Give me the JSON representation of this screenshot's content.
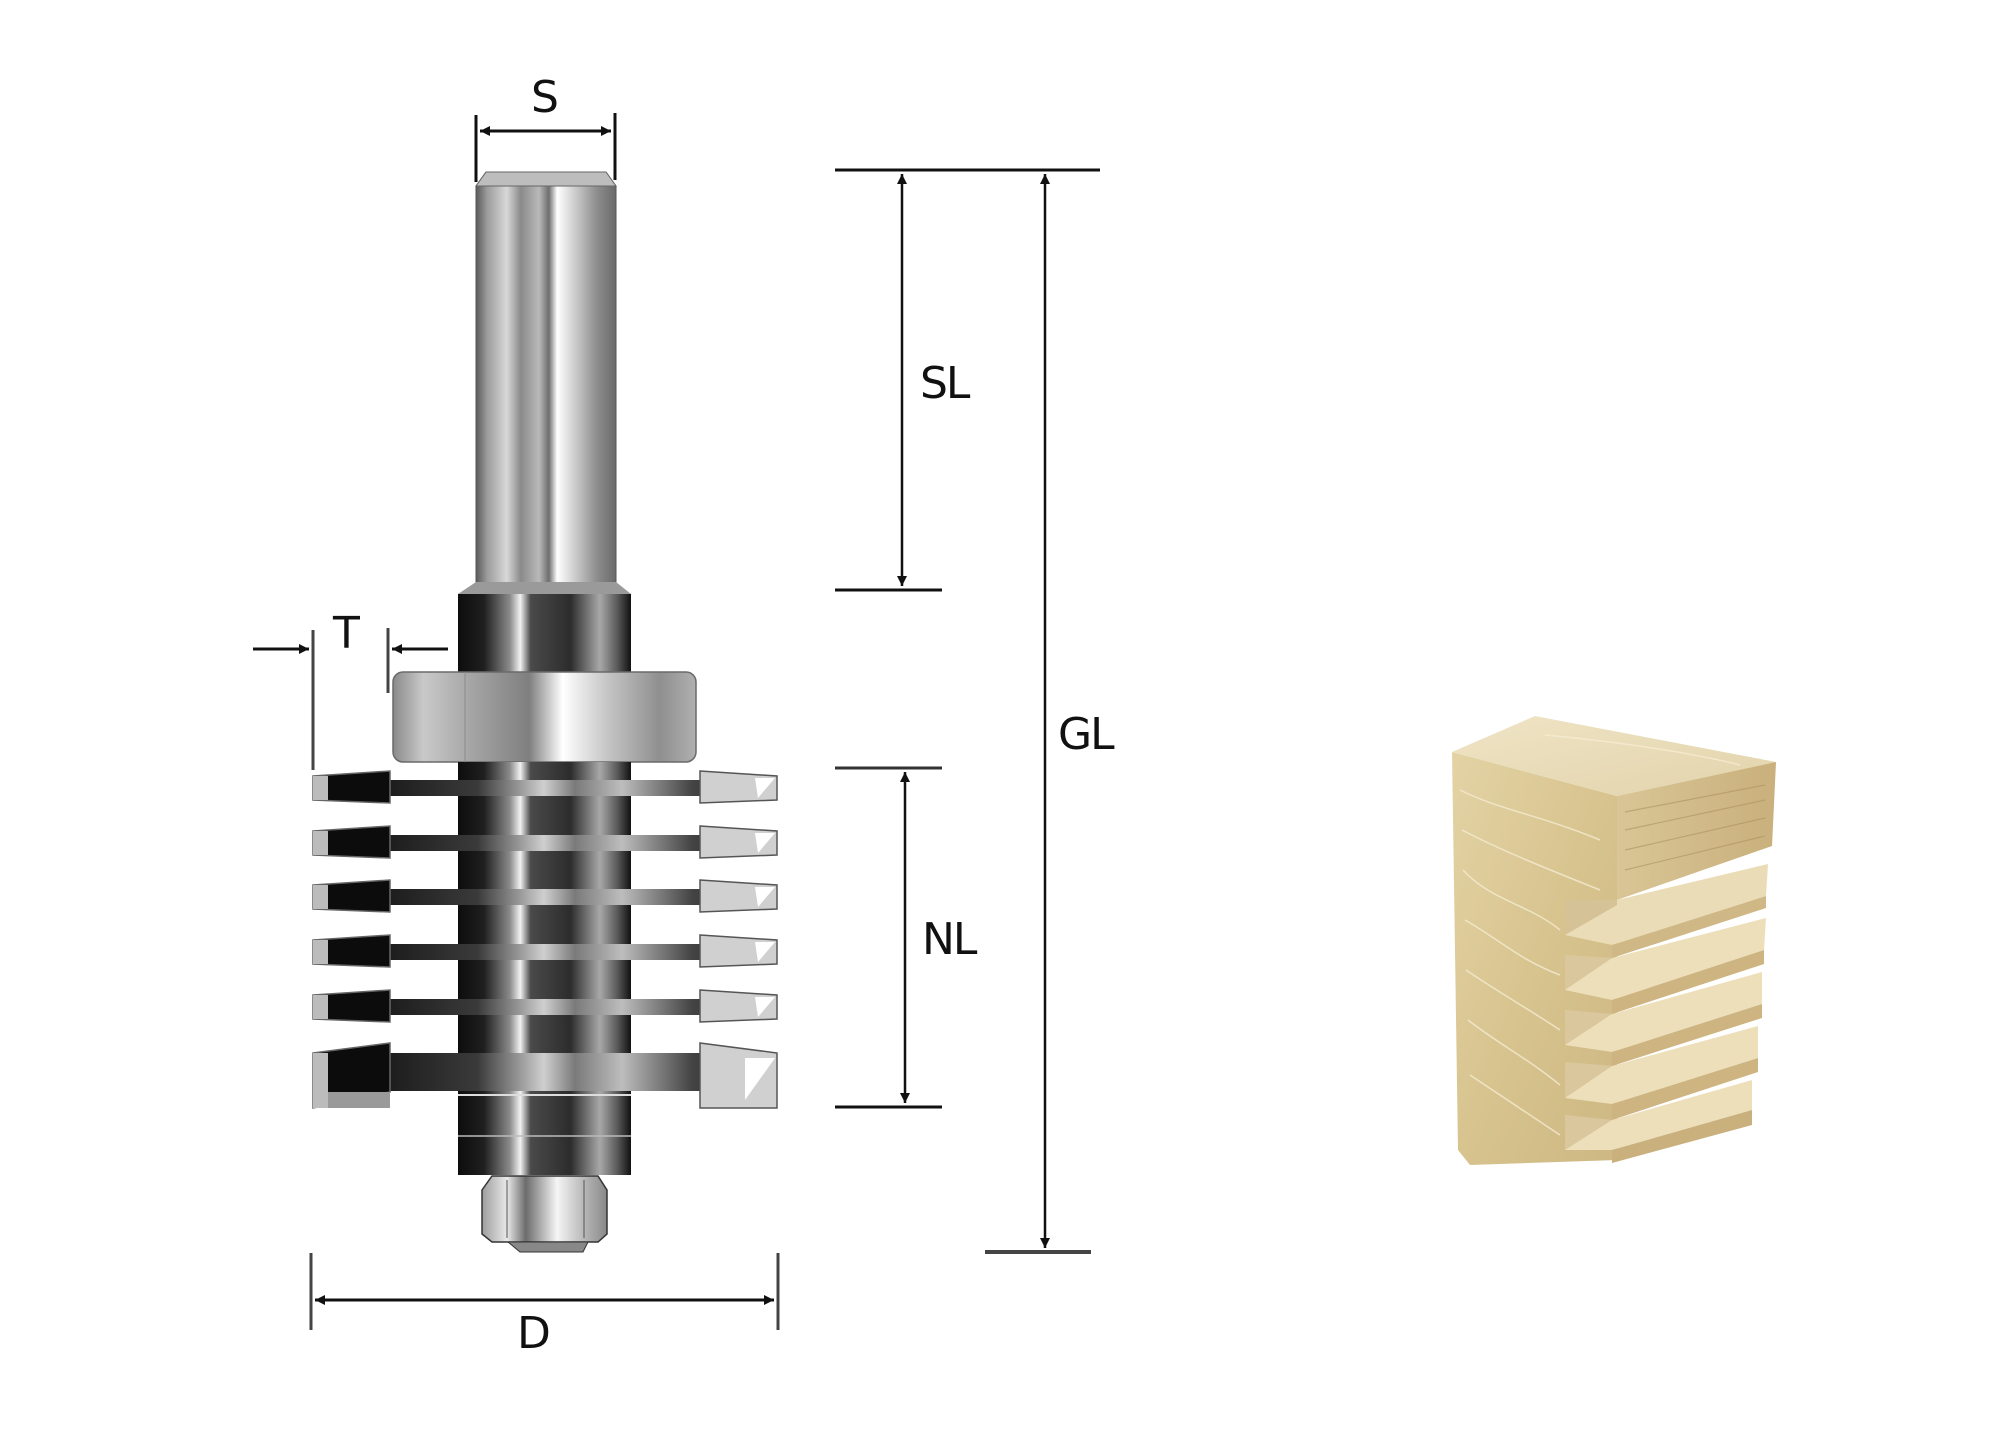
{
  "diagram": {
    "subject": "Finger joint router bit with bearing",
    "colors": {
      "background": "#ffffff",
      "dimension_line": "#111111",
      "steel_light": "#e6e6e6",
      "steel_mid": "#9a9a9a",
      "steel_dark": "#1a1a1a",
      "wood_top": "#e9ddb9",
      "wood_side": "#dcc996",
      "wood_end_grain": "#cdb68a"
    },
    "dimensions": {
      "shank_diameter": {
        "label": "S"
      },
      "shank_length": {
        "label": "SL"
      },
      "overall_length": {
        "label": "GL"
      },
      "cutting_length": {
        "label": "NL"
      },
      "cutting_depth": {
        "label": "T"
      },
      "cutting_diameter": {
        "label": "D"
      }
    },
    "cutter": {
      "tooth_rows": 6
    },
    "workpiece": {
      "description": "Wood block with finger joint profile",
      "fingers": 6
    }
  }
}
